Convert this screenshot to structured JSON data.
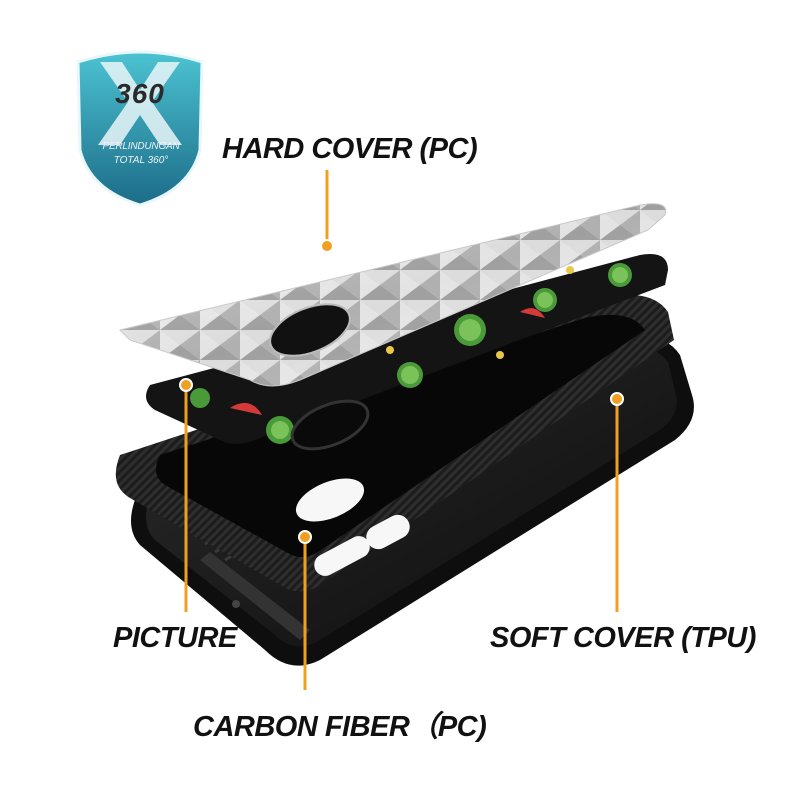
{
  "badge": {
    "number": "360",
    "line1": "PERLINDUNGAN",
    "line2": "TOTAL 360°",
    "color_top": "#3fb6c8",
    "color_bottom": "#1f6f8a"
  },
  "labels": {
    "hard_cover": "HARD COVER (PC)",
    "picture": "PICTURE",
    "soft_cover": "SOFT COVER (TPU)",
    "carbon_fiber": "CARBON FIBER（PC)"
  },
  "callout_color": "#f0a020",
  "case_color": "#1a1a1a",
  "icons": [
    "shield-icon",
    "x-mark-icon"
  ]
}
